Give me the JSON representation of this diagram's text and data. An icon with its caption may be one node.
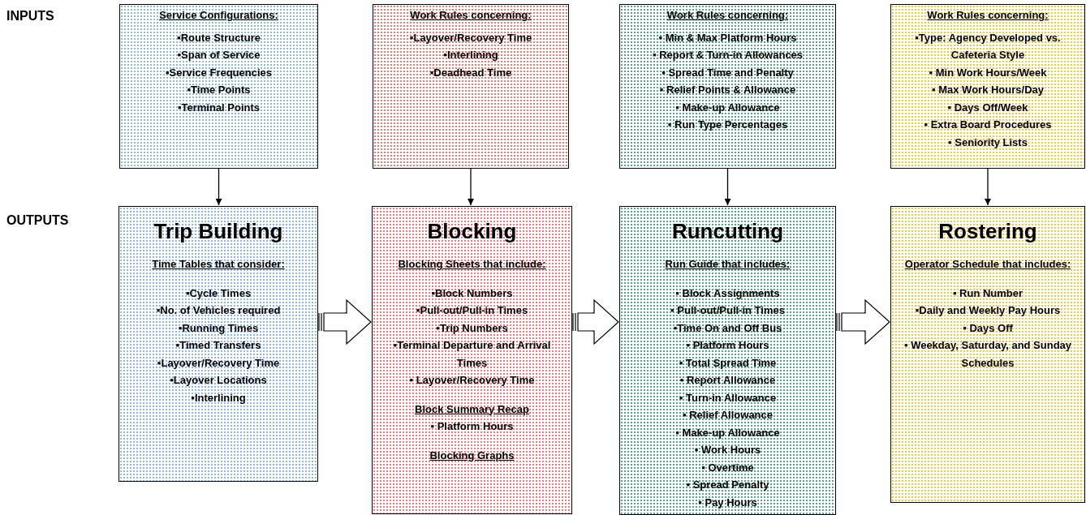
{
  "diagram": {
    "nodes": [
      {
        "text": [
          "Service Configurations:",
          "▪Route Structure",
          "▪Span of Service",
          "▪Service Frequencies",
          "▪Time Points",
          "▪Terminal Points"
        ]
      },
      {
        "text": [
          "Work Rules concerning:",
          "▪Layover/Recovery Time",
          "▪Interlining",
          "▪Deadhead Time"
        ]
      },
      {
        "text": [
          "Work Rules concerning:",
          "▪ Min & Max Platform Hours",
          "▪ Report & Turn-in Allowances",
          "▪ Spread Time and Penalty",
          "▪ Relief Points & Allowance",
          "▪ Make-up Allowance",
          "▪ Run Type Percentages"
        ]
      },
      {
        "text": [
          "Work Rules concerning:",
          "▪Type: Agency Developed vs. Cafeteria Style",
          "▪ Min Work Hours/Week",
          "▪ Max Work Hours/Day",
          "▪ Days Off/Week",
          "▪ Extra Board Procedures",
          "▪ Seniority Lists"
        ]
      },
      {
        "text": [
          "Trip Building",
          "Time Tables that consider:",
          "▪Cycle Times",
          "▪No. of Vehicles required",
          "▪Running Times",
          "▪Timed Transfers",
          "▪Layover/Recovery Time",
          "▪Layover Locations",
          "▪Interlining"
        ]
      },
      {
        "text": [
          "Blocking",
          "Blocking Sheets that include:",
          "▪Block Numbers",
          "▪Pull-out/Pull-in Times",
          "▪Trip Numbers",
          "▪Terminal Departure and Arrival Times",
          "▪ Layover/Recovery Time",
          "Block Summary Recap",
          "▪ Platform Hours",
          "Blocking Graphs"
        ]
      },
      {
        "text": [
          "Runcutting",
          "Run Guide that includes:",
          "▪ Block Assignments",
          "▪ Pull-out/Pull-in Times",
          "▪Time On and Off Bus",
          "▪ Platform Hours",
          "▪ Total Spread Time",
          "▪ Report Allowance",
          "▪ Turn-in Allowance",
          "▪ Relief Allowance",
          "▪ Make-up Allowance",
          "▪ Work Hours",
          "▪ Overtime",
          "▪ Spread Penalty",
          "▪ Pay Hours"
        ]
      },
      {
        "text": [
          "Rostering",
          "Operator Schedule that includes:",
          "▪ Run Number",
          "▪Daily and Weekly Pay Hours",
          "▪ Days Off",
          "▪ Weekday, Saturday, and Sunday Schedules"
        ]
      }
    ],
    "edges": [
      {
        "from": 0,
        "to": 4,
        "arrow": "to"
      },
      {
        "from": 1,
        "to": 5,
        "arrow": "to"
      },
      {
        "from": 2,
        "to": 6,
        "arrow": "to"
      },
      {
        "from": 3,
        "to": 7,
        "arrow": "to"
      },
      {
        "from": 4,
        "to": 5,
        "arrow": "to"
      },
      {
        "from": 5,
        "to": 6,
        "arrow": "to"
      },
      {
        "from": 6,
        "to": 7,
        "arrow": "to"
      }
    ],
    "labels": [
      "INPUTS",
      "OUTPUTS"
    ]
  }
}
